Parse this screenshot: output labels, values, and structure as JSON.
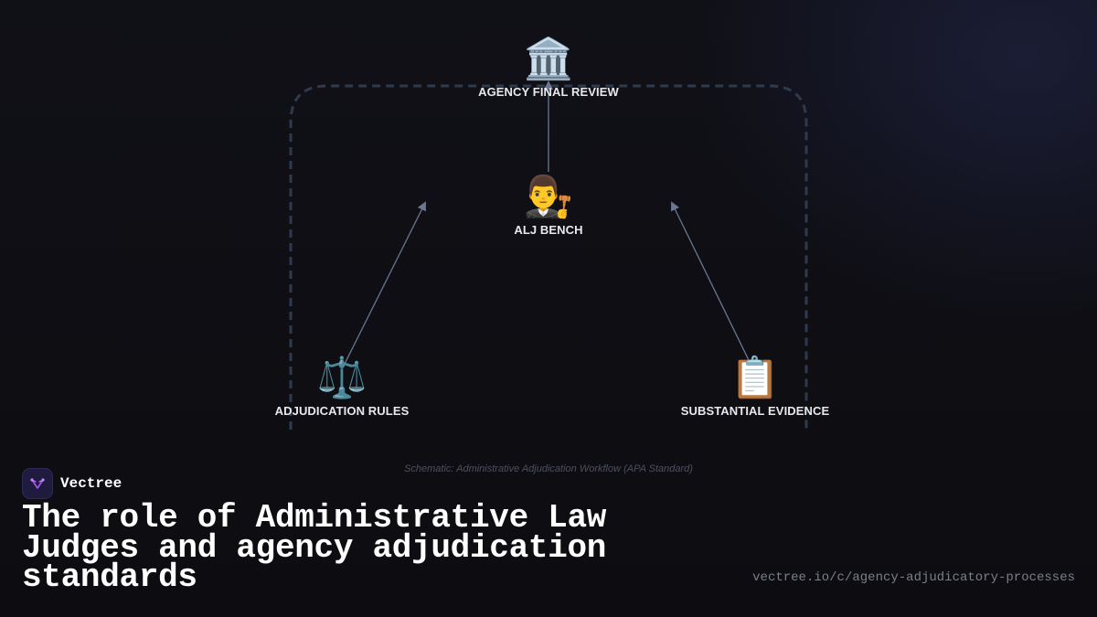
{
  "diagram": {
    "nodes": {
      "agency_final_review": {
        "icon": "🏛️",
        "icon_name": "government-building-icon",
        "label": "AGENCY FINAL REVIEW"
      },
      "alj_bench": {
        "icon": "👨‍⚖️",
        "icon_name": "judge-icon",
        "label": "ALJ BENCH"
      },
      "adjudication_rules": {
        "icon": "⚖️",
        "icon_name": "scales-icon",
        "label": "ADJUDICATION RULES"
      },
      "substantial_evidence": {
        "icon": "📋",
        "icon_name": "clipboard-icon",
        "label": "SUBSTANTIAL EVIDENCE"
      }
    },
    "edges": [
      {
        "from": "alj_bench",
        "to": "agency_final_review"
      },
      {
        "from": "adjudication_rules",
        "to": "alj_bench"
      },
      {
        "from": "substantial_evidence",
        "to": "alj_bench"
      }
    ],
    "caption": "Schematic: Administrative Adjudication Workflow (APA Standard)"
  },
  "brand": {
    "name": "Vectree"
  },
  "title": "The role of Administrative Law Judges and agency adjudication standards",
  "url": "vectree.io/c/agency-adjudicatory-processes",
  "colors": {
    "background": "#0e0e13",
    "edge": "#6b7790",
    "boundary": "#2f3a4c",
    "brand_accent": "#a855f7"
  }
}
